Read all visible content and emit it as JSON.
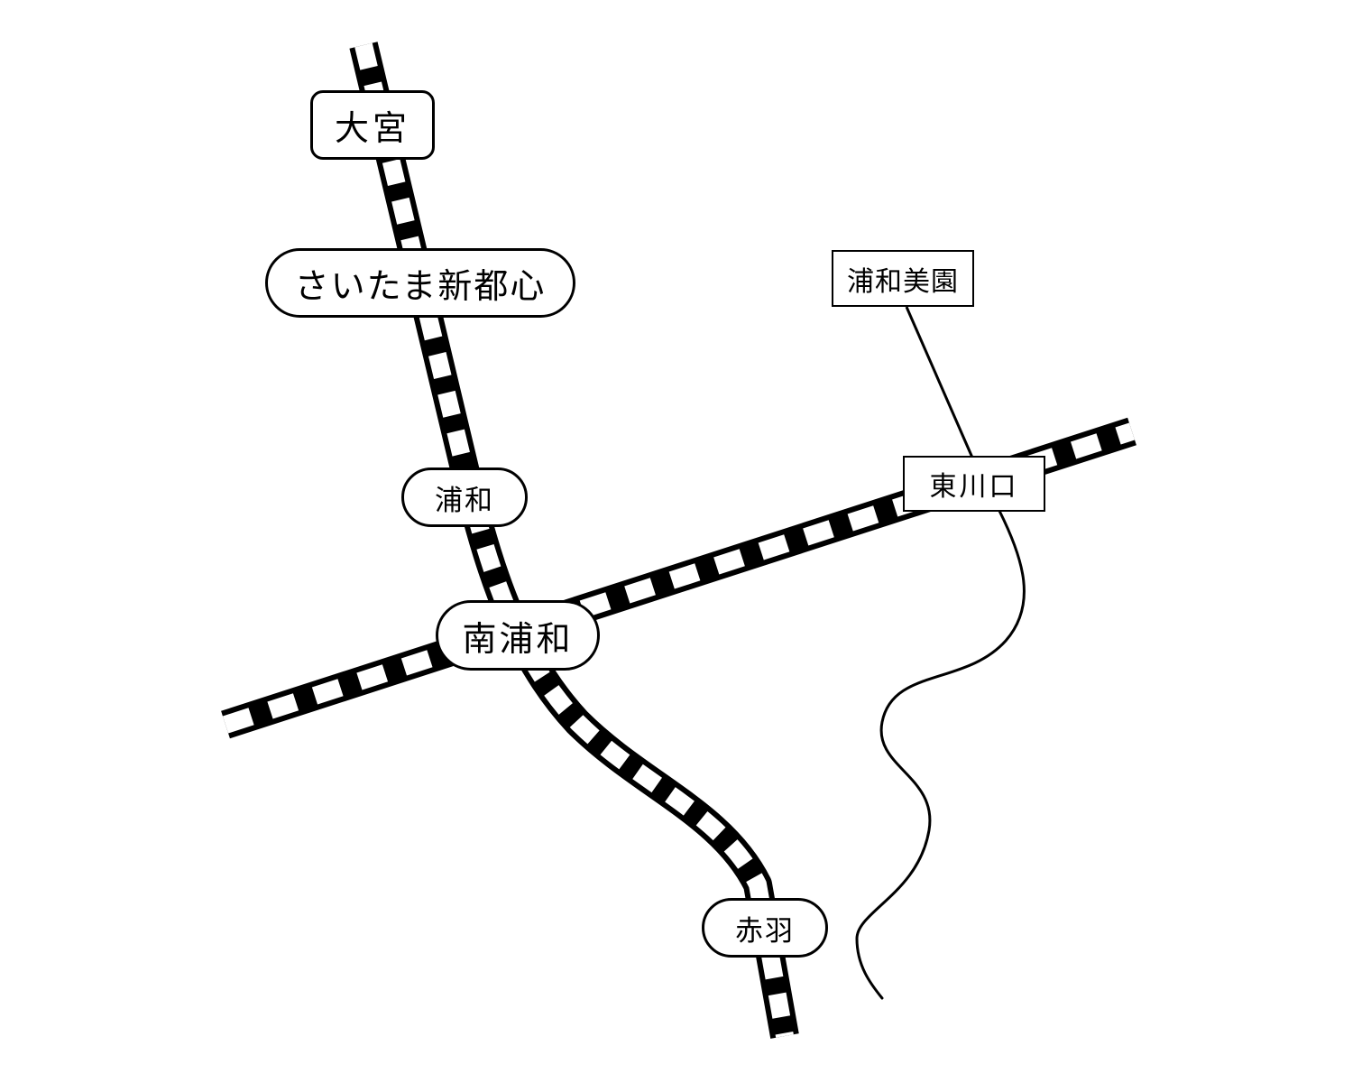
{
  "map": {
    "colors": {
      "rail": "#000000",
      "tie": "#ffffff",
      "river": "#000000",
      "background": "#ffffff"
    },
    "stations": {
      "omiya": "大宮",
      "saitama_shintoshin": "さいたま新都心",
      "urawa": "浦和",
      "minami_urawa": "南浦和",
      "akabane": "赤羽",
      "higashi_kawaguchi": "東川口",
      "urawa_misono": "浦和美園"
    }
  }
}
